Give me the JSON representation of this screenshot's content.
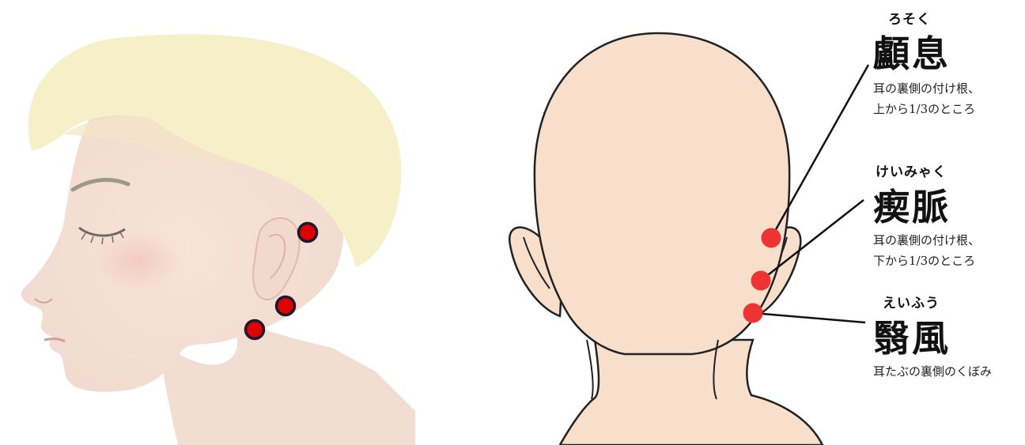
{
  "left_view": {
    "point_color": "#e00000",
    "point_outline": "#1a1a2e"
  },
  "right_view": {
    "point_color": "#ee3333",
    "acupoints": [
      {
        "reading": "ろそく",
        "name": "顱息",
        "description": [
          "耳の裏側の付け根、",
          "上から1/3のところ"
        ]
      },
      {
        "reading": "けいみゃく",
        "name": "瘈脈",
        "description": [
          "耳の裏側の付け根、",
          "下から1/3のところ"
        ]
      },
      {
        "reading": "えいふう",
        "name": "翳風",
        "description": [
          "耳たぶの裏側のくぼみ"
        ]
      }
    ]
  }
}
